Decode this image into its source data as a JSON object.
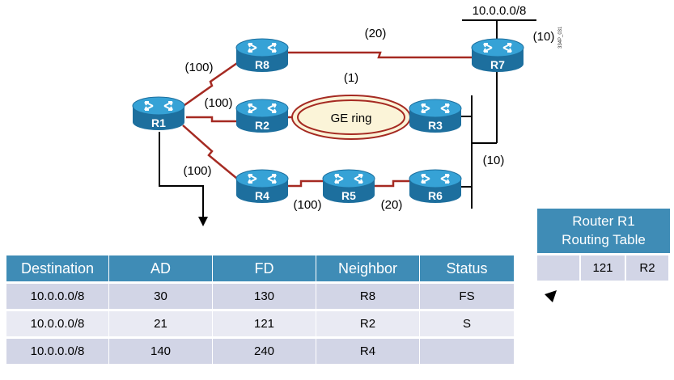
{
  "diagram": {
    "routers": [
      "R1",
      "R2",
      "R3",
      "R4",
      "R5",
      "R6",
      "R7",
      "R8"
    ],
    "network": "10.0.0.0/8",
    "ring_label": "GE ring",
    "metrics": {
      "r8_r7": "(20)",
      "r7_net": "(10)",
      "r1_r8": "(100)",
      "r1_r2": "(100)",
      "ring": "(1)",
      "r1_r4": "(100)",
      "lan": "(10)",
      "r4_r5": "(100)",
      "r5_r6": "(20)"
    },
    "figure_code": "334P_031"
  },
  "topology_table": {
    "headers": [
      "Destination",
      "AD",
      "FD",
      "Neighbor",
      "Status"
    ],
    "rows": [
      [
        "10.0.0.0/8",
        "30",
        "130",
        "R8",
        "FS"
      ],
      [
        "10.0.0.0/8",
        "21",
        "121",
        "R2",
        "S"
      ],
      [
        "10.0.0.0/8",
        "140",
        "240",
        "R4",
        ""
      ]
    ]
  },
  "routing_table": {
    "title_line1": "Router R1",
    "title_line2": "Routing Table",
    "row": [
      "",
      "121",
      "R2"
    ]
  },
  "colors": {
    "link": "#a52a22",
    "router": "#2a8fc4",
    "header": "#3f8cb6",
    "row_dark": "#d2d5e6",
    "row_light": "#e9eaf3"
  }
}
